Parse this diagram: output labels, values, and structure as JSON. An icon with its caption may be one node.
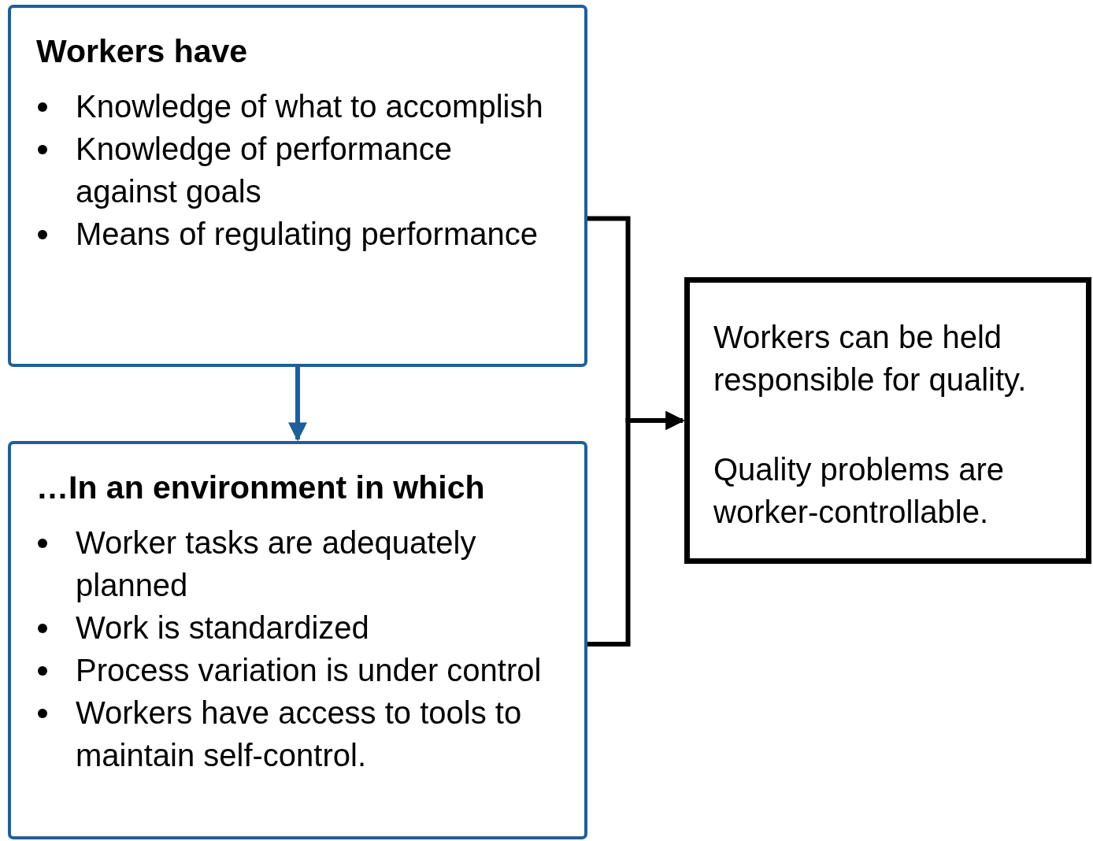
{
  "diagram": {
    "nodes": [
      {
        "text": [
          "Workers have",
          "Knowledge of what to accomplish",
          "Knowledge of performance against goals",
          "Means of regulating performance"
        ]
      },
      {
        "text": [
          "…In an environment in which",
          "Worker tasks are adequately planned",
          "Work is standardized",
          "Process variation is under control",
          "Workers have access to tools to maintain self-control."
        ]
      },
      {
        "text": [
          "Workers can be held responsible for quality.",
          "Quality problems are worker-controllable."
        ]
      }
    ],
    "edges": [
      {
        "from": 0,
        "to": 1,
        "arrow": "to",
        "color": "#1f5f99"
      },
      {
        "from": 0,
        "to": 2,
        "arrow": "to"
      },
      {
        "from": 1,
        "to": 2,
        "arrow": "to"
      }
    ]
  }
}
